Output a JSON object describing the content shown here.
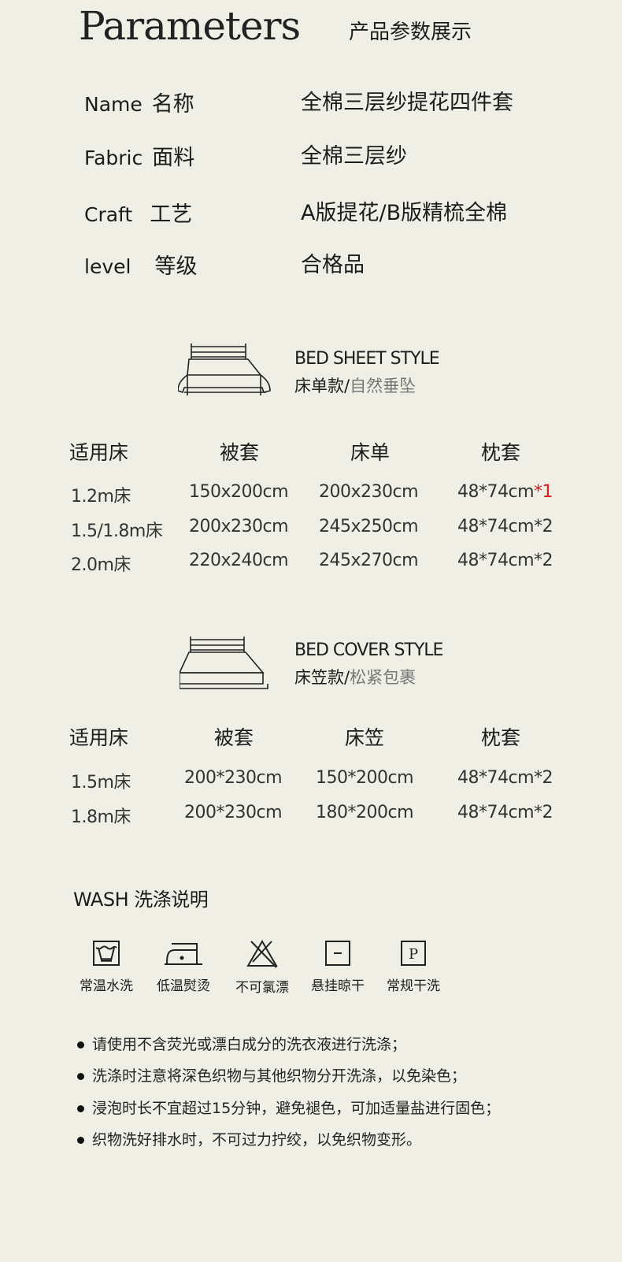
{
  "header": {
    "title_en": "Parameters",
    "title_cn": "产品参数展示"
  },
  "params": [
    {
      "label_en": "Name",
      "label_cn": "名称",
      "value": "全棉三层纱提花四件套"
    },
    {
      "label_en": "Fabric",
      "label_cn": "面料",
      "value": "全棉三层纱"
    },
    {
      "label_en": "Craft",
      "label_cn": "工艺",
      "value": "A版提花/B版精梳全棉"
    },
    {
      "label_en": "level",
      "label_cn": "等级",
      "value": "合格品"
    }
  ],
  "sheet": {
    "title_en": "BED SHEET STYLE",
    "title_cn": "床单款",
    "sep": "/",
    "subtitle_cn": "自然垂坠",
    "headers": [
      "适用床",
      "被套",
      "床单",
      "枕套"
    ],
    "rows": [
      {
        "bed": "1.2m床",
        "duvet": "150x200cm",
        "sheet": "200x230cm",
        "pillow": "48*74cm",
        "qty": "*1",
        "highlight": true
      },
      {
        "bed": "1.5/1.8m床",
        "duvet": "200x230cm",
        "sheet": "245x250cm",
        "pillow": "48*74cm",
        "qty": "*2"
      },
      {
        "bed": "2.0m床",
        "duvet": "220x240cm",
        "sheet": "245x270cm",
        "pillow": "48*74cm",
        "qty": "*2"
      }
    ]
  },
  "cover": {
    "title_en": "BED COVER STYLE",
    "title_cn": "床笠款",
    "sep": "/",
    "subtitle_cn": "松紧包裹",
    "headers": [
      "适用床",
      "被套",
      "床笠",
      "枕套"
    ],
    "rows": [
      {
        "bed": "1.5m床",
        "duvet": "200*230cm",
        "sheet": "150*200cm",
        "pillow": "48*74cm",
        "qty": "*2"
      },
      {
        "bed": "1.8m床",
        "duvet": "200*230cm",
        "sheet": "180*200cm",
        "pillow": "48*74cm",
        "qty": "*2"
      }
    ]
  },
  "wash": {
    "title": "WASH 洗涤说明",
    "icons": [
      {
        "icon": "wash-tub-icon",
        "label": "常温水洗"
      },
      {
        "icon": "iron-low-icon",
        "label": "低温熨烫"
      },
      {
        "icon": "no-bleach-icon",
        "label": "不可氯漂"
      },
      {
        "icon": "hang-dry-icon",
        "label": "悬挂晾干"
      },
      {
        "icon": "dry-clean-p-icon",
        "label": "常规干洗"
      }
    ],
    "notes": [
      "请使用不含荧光或漂白成分的洗衣液进行洗涤；",
      "洗涤时注意将深色织物与其他织物分开洗涤，以免染色；",
      "浸泡时长不宜超过15分钟，避免褪色，可加适量盐进行固色；",
      "织物洗好排水时，不可过力拧绞，以免织物变形。"
    ]
  },
  "colors": {
    "background": "#f0efe6",
    "highlight": "#e0191b"
  }
}
